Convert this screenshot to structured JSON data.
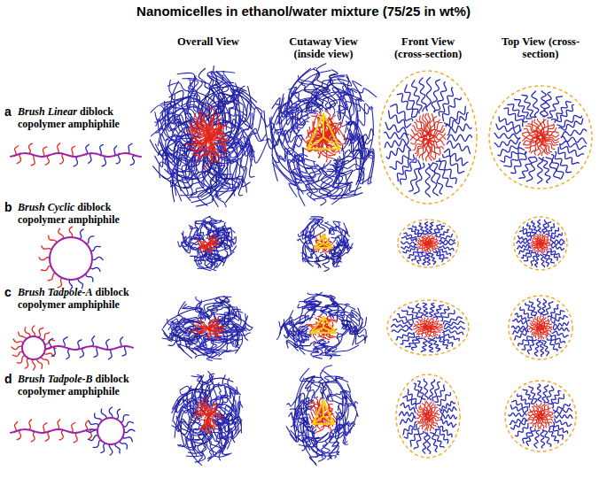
{
  "diagram": {
    "title": "Nanomicelles in ethanol/water mixture (75/25 in wt%)",
    "labels": [
      "Overall View",
      "Cutaway View (inside view)",
      "Front View (cross-section)",
      "Top View (cross-section)",
      "a",
      "Brush Linear diblock copolymer amphiphile",
      "b",
      "Brush Cyclic diblock copolymer amphiphile",
      "c",
      "Brush Tadpole-A diblock copolymer amphiphile",
      "d",
      "Brush Tadpole-B diblock copolymer amphiphile"
    ]
  }
}
